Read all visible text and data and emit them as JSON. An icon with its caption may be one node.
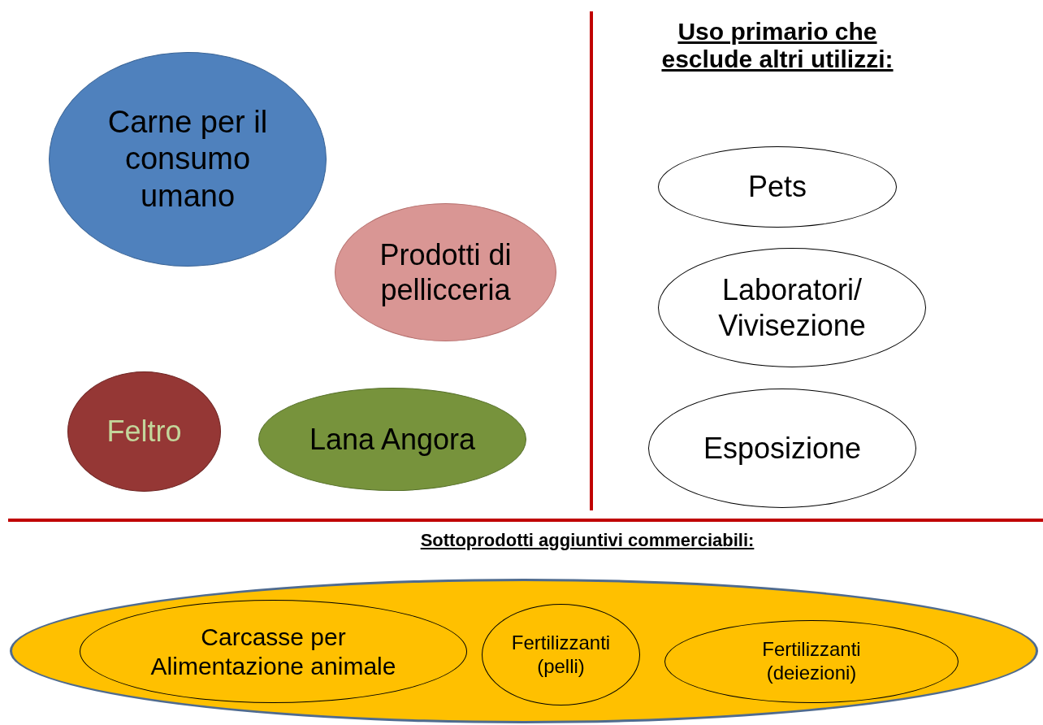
{
  "diagram": {
    "nodes": [
      {
        "text": [
          "Carne per il consumo umano"
        ]
      },
      {
        "text": [
          "Prodotti di pellicceria"
        ]
      },
      {
        "text": [
          "Feltro"
        ]
      },
      {
        "text": [
          "Lana Angora"
        ]
      },
      {
        "text": [
          "Pets"
        ]
      },
      {
        "text": [
          "Laboratori/ Vivisezione"
        ]
      },
      {
        "text": [
          "Esposizione"
        ]
      },
      {
        "text": [],
        "shape": "ellipse"
      },
      {
        "text": [
          "Carcasse per Alimentazione animale"
        ],
        "in": 7
      },
      {
        "text": [
          "Fertilizzanti (pelli)"
        ],
        "in": 7
      },
      {
        "text": [
          "Fertilizzanti (deiezioni)"
        ],
        "in": 7
      }
    ],
    "labels": [
      "Uso primario che esclude altri utilizzi:",
      "Sottoprodotti aggiuntivi commerciabili:"
    ]
  }
}
